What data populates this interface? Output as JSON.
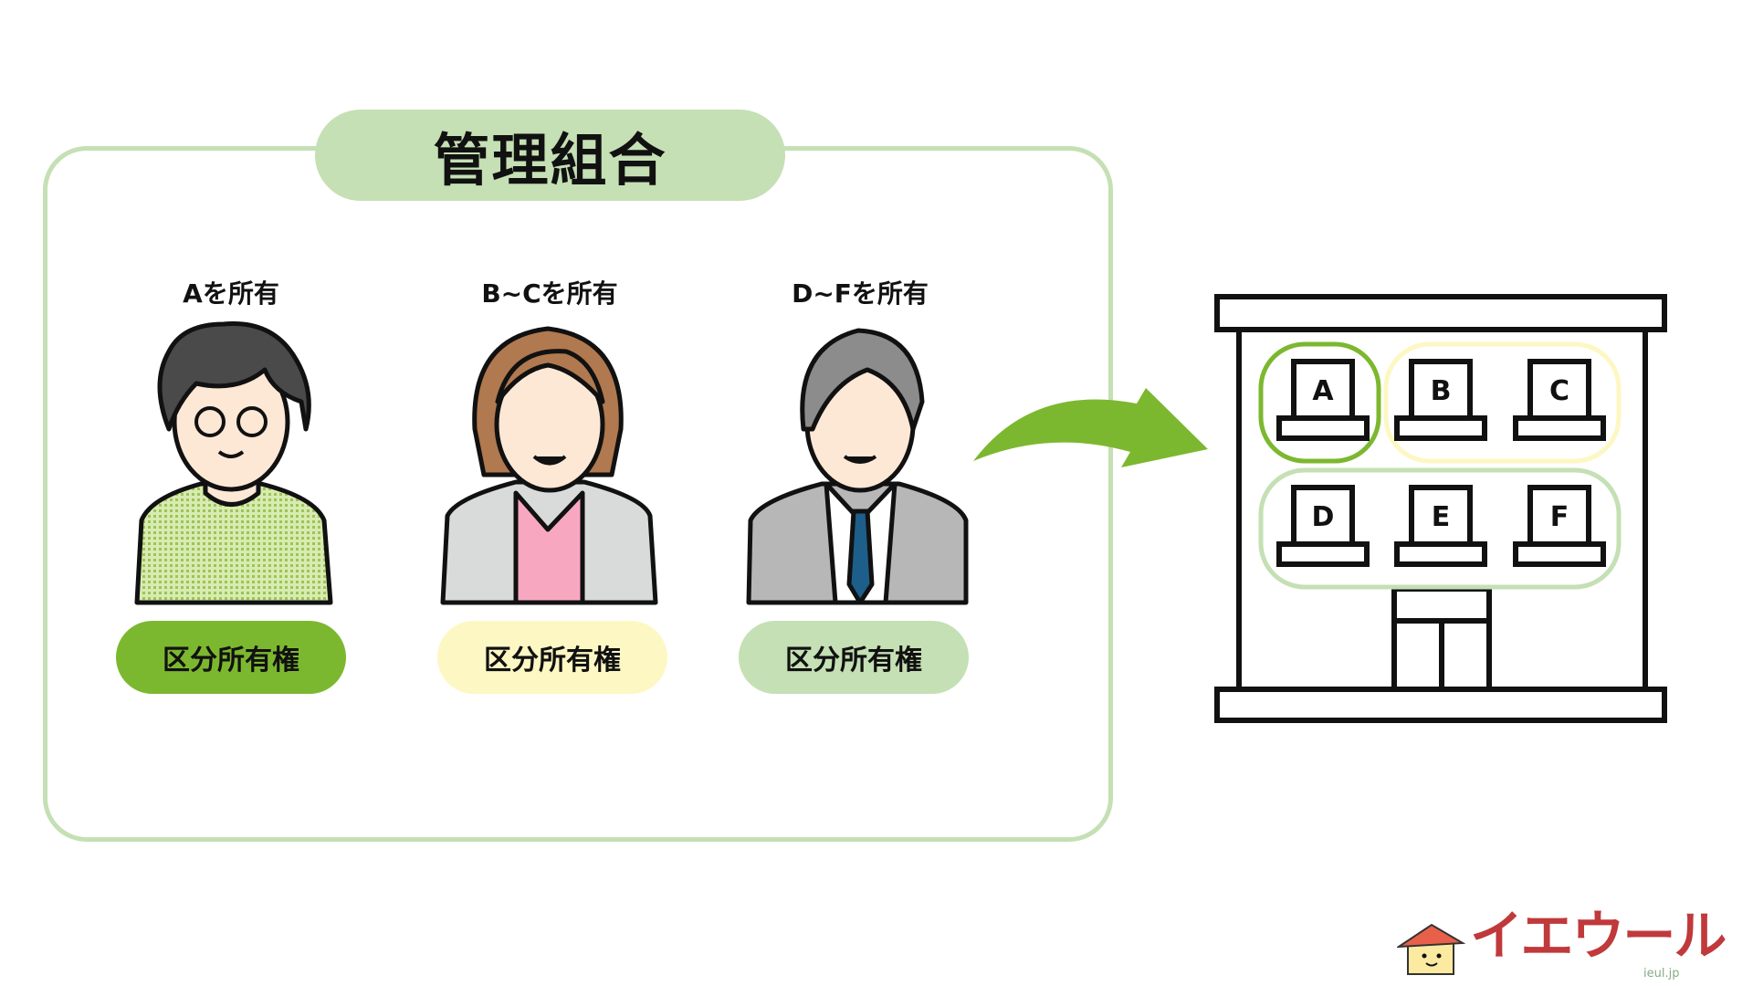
{
  "title": "管理組合",
  "owners": [
    {
      "label": "Aを所有",
      "right": "区分所有権",
      "color": "#7cb82f"
    },
    {
      "label": "B~Cを所有",
      "right": "区分所有権",
      "color": "#fdf7c3"
    },
    {
      "label": "D~Fを所有",
      "right": "区分所有権",
      "color": "#c5e0b4"
    }
  ],
  "building": {
    "units": [
      "A",
      "B",
      "C",
      "D",
      "E",
      "F"
    ]
  },
  "logo": {
    "text": "イエウール",
    "sub": "ieul.jp"
  }
}
